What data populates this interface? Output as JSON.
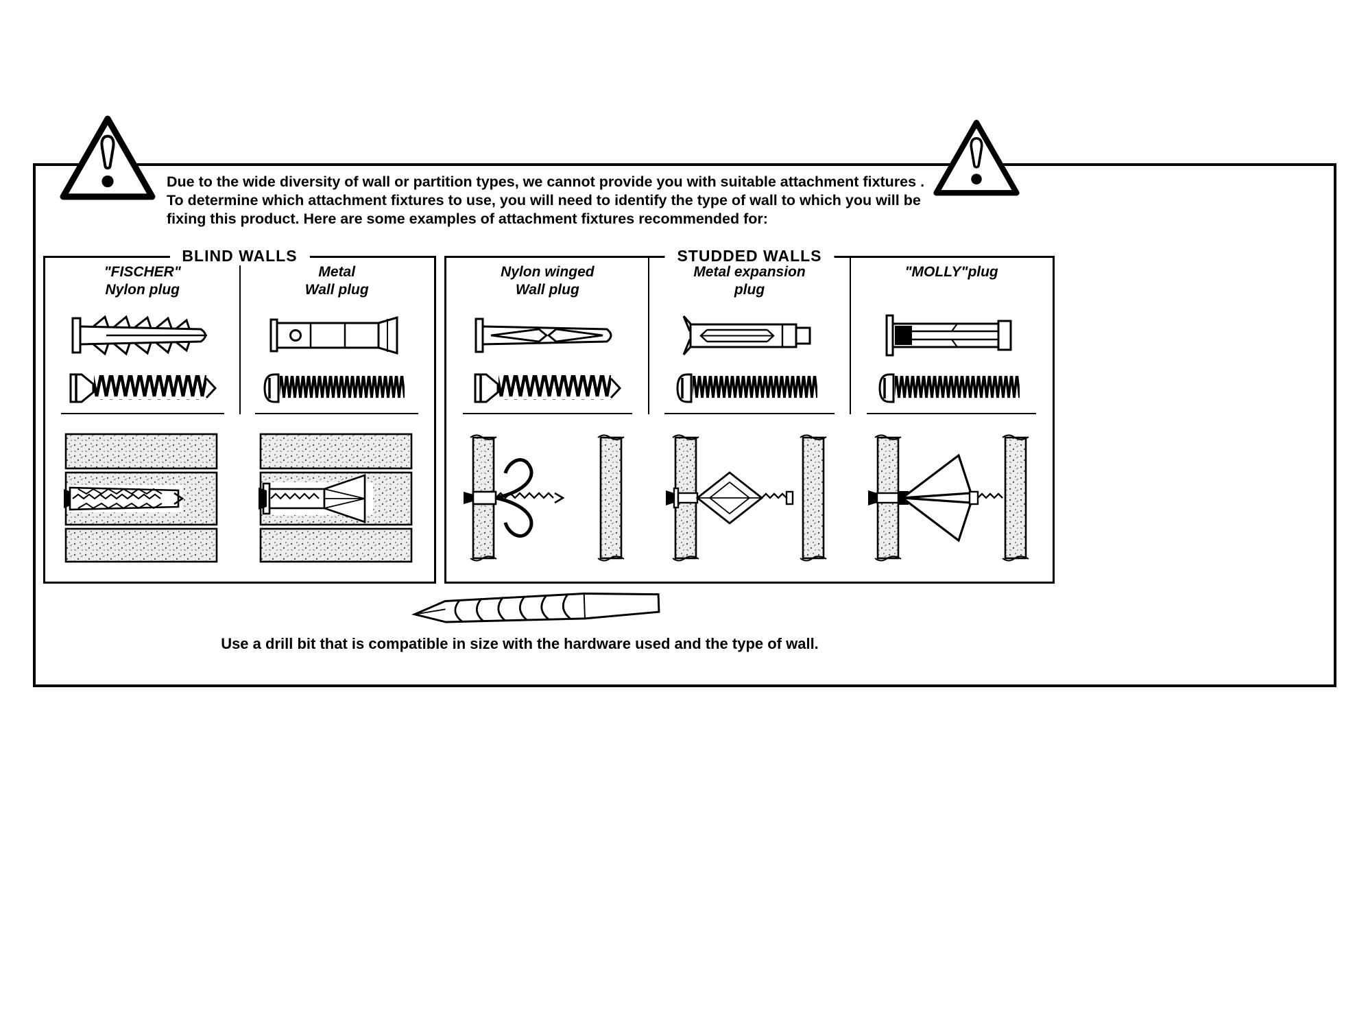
{
  "colors": {
    "ink": "#000000",
    "paper": "#ffffff",
    "texture": "#ededed"
  },
  "intro": {
    "text": "Due to the wide diversity of wall or partition types, we cannot provide you with suitable attachment fixtures . To determine which attachment fixtures to use, you will need to identify the type of wall to which you will be fixing this product. Here are some examples of attachment fixtures recommended for:"
  },
  "footer": {
    "text": "Use a drill bit that is compatible in size with the hardware used and the type of wall."
  },
  "icons": {
    "warning_left": "warning-triangle-exclamation",
    "warning_right": "warning-triangle-exclamation",
    "drill_bit": "drill-bit"
  },
  "sections": [
    {
      "title": "BLIND WALLS",
      "columns": [
        {
          "label_line1": "\"FISCHER\"",
          "label_line2": "Nylon plug",
          "plug_icon": "fischer-nylon-plug",
          "screw_icon": "countersunk-wood-screw",
          "cross_section_icon": "fischer-plug-in-blind-wall"
        },
        {
          "label_line1": "Metal",
          "label_line2": "Wall plug",
          "plug_icon": "metal-wall-plug",
          "screw_icon": "pan-head-machine-screw",
          "cross_section_icon": "metal-plug-in-blind-wall"
        }
      ]
    },
    {
      "title": "STUDDED WALLS",
      "columns": [
        {
          "label_line1": "Nylon winged",
          "label_line2": "Wall plug",
          "plug_icon": "nylon-winged-wall-plug",
          "screw_icon": "countersunk-wood-screw",
          "cross_section_icon": "nylon-winged-plug-in-studded-wall"
        },
        {
          "label_line1": "Metal expansion",
          "label_line2": "plug",
          "plug_icon": "metal-expansion-plug",
          "screw_icon": "pan-head-machine-screw",
          "cross_section_icon": "metal-expansion-plug-in-studded-wall"
        },
        {
          "label_line1": "\"MOLLY\"plug",
          "label_line2": "",
          "plug_icon": "molly-plug",
          "screw_icon": "pan-head-machine-screw",
          "cross_section_icon": "molly-plug-in-studded-wall"
        }
      ]
    }
  ]
}
